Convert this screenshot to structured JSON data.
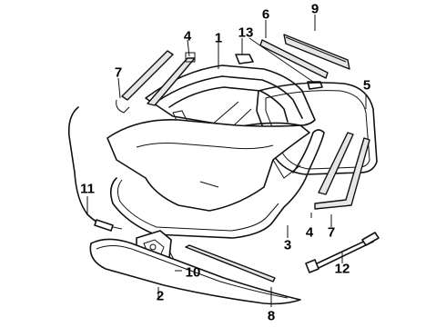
{
  "callouts": [
    {
      "id": "1",
      "label": "1"
    },
    {
      "id": "2",
      "label": "2"
    },
    {
      "id": "3",
      "label": "3"
    },
    {
      "id": "4a",
      "label": "4"
    },
    {
      "id": "4b",
      "label": "4"
    },
    {
      "id": "5",
      "label": "5"
    },
    {
      "id": "6",
      "label": "6"
    },
    {
      "id": "7a",
      "label": "7"
    },
    {
      "id": "7b",
      "label": "7"
    },
    {
      "id": "8",
      "label": "8"
    },
    {
      "id": "9",
      "label": "9"
    },
    {
      "id": "10",
      "label": "10"
    },
    {
      "id": "11",
      "label": "11"
    },
    {
      "id": "12",
      "label": "12"
    },
    {
      "id": "13",
      "label": "13"
    }
  ]
}
